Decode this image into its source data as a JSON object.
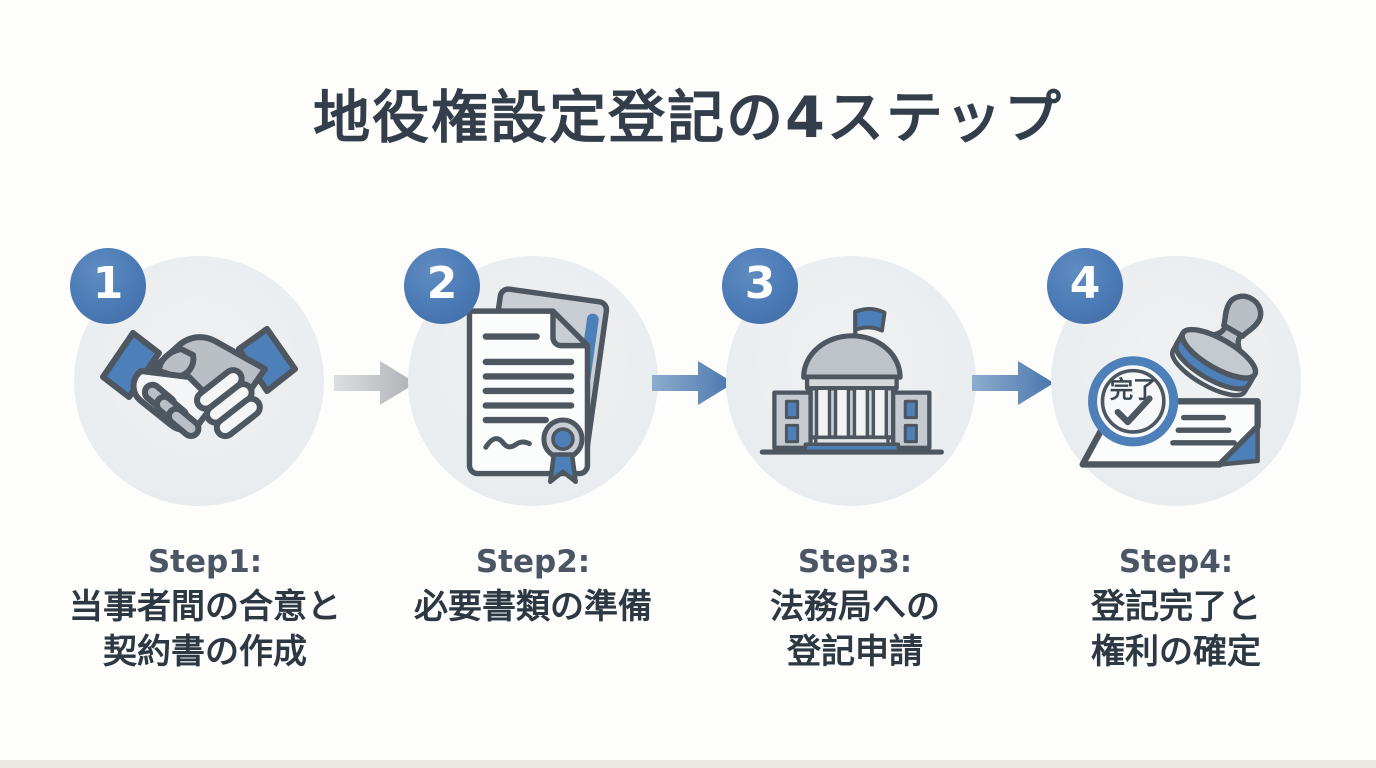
{
  "title": "地役権設定登記の4ステップ",
  "steps": [
    {
      "number": "1",
      "step_label": "Step1:",
      "lines": [
        "当事者間の合意と",
        "契約書の作成"
      ],
      "icon": "handshake-icon"
    },
    {
      "number": "2",
      "step_label": "Step2:",
      "lines": [
        "必要書類の準備"
      ],
      "icon": "documents-icon"
    },
    {
      "number": "3",
      "step_label": "Step3:",
      "lines": [
        "法務局への",
        "登記申請"
      ],
      "icon": "government-building-icon"
    },
    {
      "number": "4",
      "step_label": "Step4:",
      "lines": [
        "登記完了と",
        "権利の確定"
      ],
      "icon": "stamp-icon"
    }
  ],
  "icons": {
    "stamp_mark_text": "完了"
  },
  "colors": {
    "background": "#fdfdfc",
    "circle_bg": "#ebeef0",
    "badge_blue": "#4a7ab6",
    "accent_blue": "#4d7fb8",
    "icon_outline": "#4e565f",
    "icon_gray": "#b9bfc5",
    "arrow_gray": "#b0b4b7",
    "title_text": "#333e4a",
    "step_label_text": "#4b5563",
    "body_text": "#2d3842"
  }
}
